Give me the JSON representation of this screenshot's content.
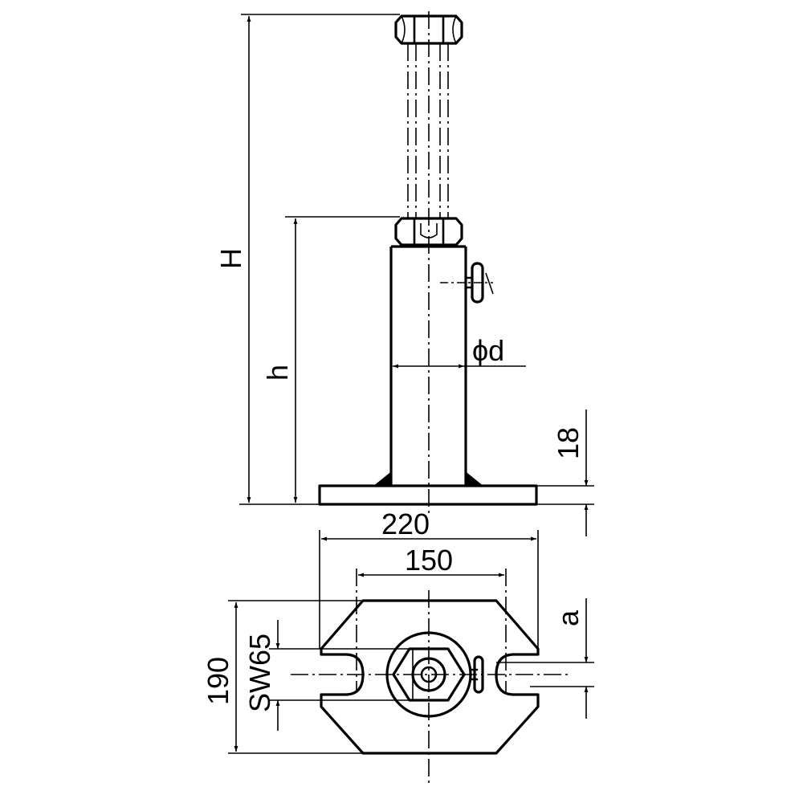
{
  "labels": {
    "H": "H",
    "h": "h",
    "phi_d": "ϕd",
    "dim_18": "18",
    "dim_220": "220",
    "dim_150": "150",
    "dim_a": "a",
    "dim_190": "190",
    "dim_SW65": "SW65"
  },
  "colors": {
    "line": "#000000",
    "background": "#ffffff"
  }
}
